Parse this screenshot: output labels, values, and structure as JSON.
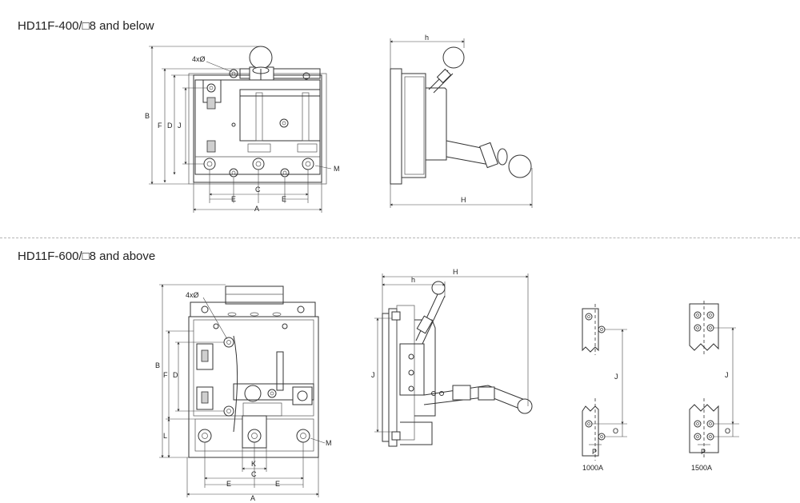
{
  "headings": {
    "top": "HD11F-400/□8 and below",
    "bottom": "HD11F-600/□8 and above"
  },
  "top_front": {
    "hole_note": "4xØ",
    "dims": {
      "A": "A",
      "B": "B",
      "C": "C",
      "D": "D",
      "E": "E",
      "F": "F",
      "J": "J",
      "M": "M"
    }
  },
  "top_side": {
    "dims": {
      "h": "h",
      "H": "H"
    }
  },
  "bottom_front": {
    "hole_note": "4xØ",
    "dims": {
      "A": "A",
      "B": "B",
      "C": "C",
      "D": "D",
      "E": "E",
      "F": "F",
      "K": "K",
      "L": "L",
      "M": "M"
    }
  },
  "bottom_side": {
    "dims": {
      "h": "h",
      "H": "H",
      "J": "J"
    }
  },
  "terminal_1000": {
    "J": "J",
    "O": "O",
    "P": "P",
    "caption": "1000A"
  },
  "terminal_1500": {
    "J": "J",
    "O": "O",
    "P": "P",
    "caption": "1500A"
  }
}
